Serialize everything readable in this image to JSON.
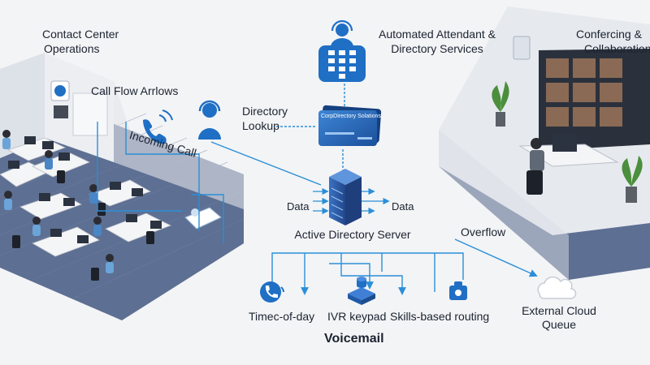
{
  "labels": {
    "contact_center_line1": "Contact Center",
    "contact_center_line2": "Operations",
    "call_flow_arrows": "Call Flow Arrlows",
    "incoming_call": "Incoming Call",
    "directory_lookup_line1": "Directory",
    "directory_lookup_line2": "Lookup",
    "attendant_line1": "Automated Attendant &",
    "attendant_line2": "Directory Services",
    "conferencing_line1": "Confercing &",
    "conferencing_line2": "Collaboration",
    "card_text": "CorpDirectory Solations",
    "data_left": "Data",
    "data_right": "Data",
    "ad_server": "Active Directory Server",
    "overflow": "Overflow",
    "cloud_line1": "External Cloud",
    "cloud_line2": "Queue",
    "time_of_day": "Timec-of-day",
    "ivr_keypad": "IVR keypad",
    "skills_routing": "Skills-based routing",
    "voicemail": "Voicemail"
  },
  "colors": {
    "accent": "#2a8fd8",
    "icon_blue": "#1f6fc5",
    "floor": "#5d6f92",
    "wall": "#e6e9ee",
    "background": "#f3f4f6"
  }
}
